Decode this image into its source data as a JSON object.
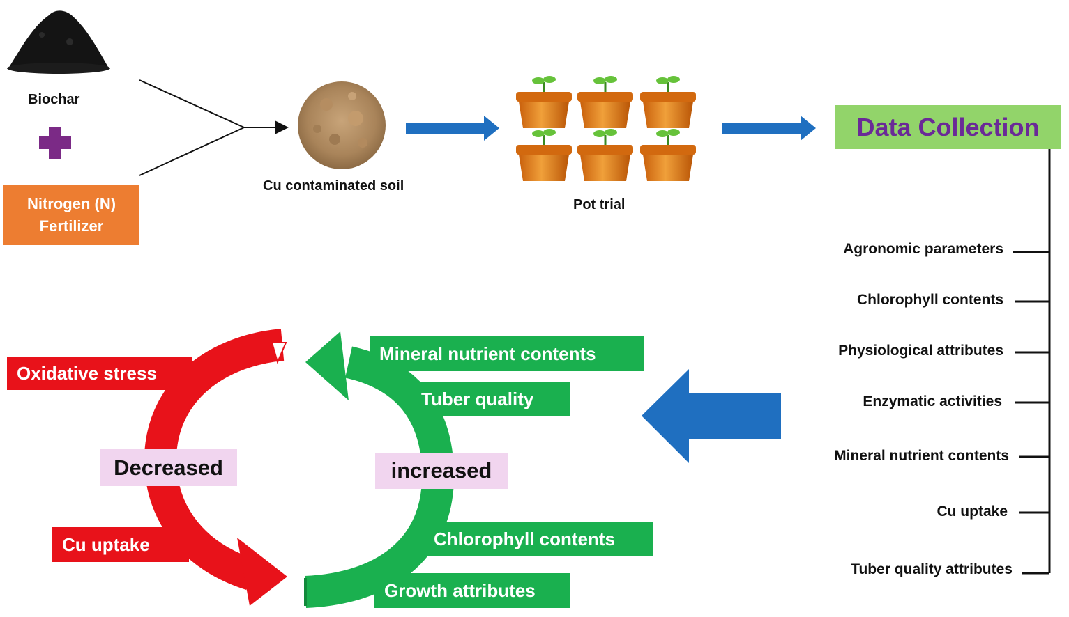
{
  "inputs": {
    "biochar_label": "Biochar",
    "fertilizer_label": "Nitrogen (N)\nFertilizer",
    "plus_symbol": "+"
  },
  "soil": {
    "label": "Cu contaminated soil"
  },
  "pot_trial": {
    "label": "Pot trial"
  },
  "data_collection": {
    "title": "Data Collection",
    "items": [
      "Agronomic parameters",
      "Chlorophyll contents",
      "Physiological attributes",
      "Enzymatic activities",
      "Mineral nutrient contents",
      "Cu uptake",
      "Tuber quality attributes"
    ]
  },
  "decreased": {
    "label": "Decreased",
    "items": [
      "Oxidative stress",
      "Cu uptake"
    ]
  },
  "increased": {
    "label": "increased",
    "items": [
      "Mineral nutrient contents",
      "Tuber quality",
      "Chlorophyll contents",
      "Growth attributes"
    ]
  },
  "colors": {
    "fertilizer_box": "#ed7d31",
    "plus": "#7b2a86",
    "flow_arrow": "#1f6fc0",
    "data_collection_bg": "#92d46a",
    "data_collection_text": "#6a2a97",
    "decrease": "#e8121a",
    "increase": "#1ab04f",
    "label_bg": "#f1d5ef"
  }
}
